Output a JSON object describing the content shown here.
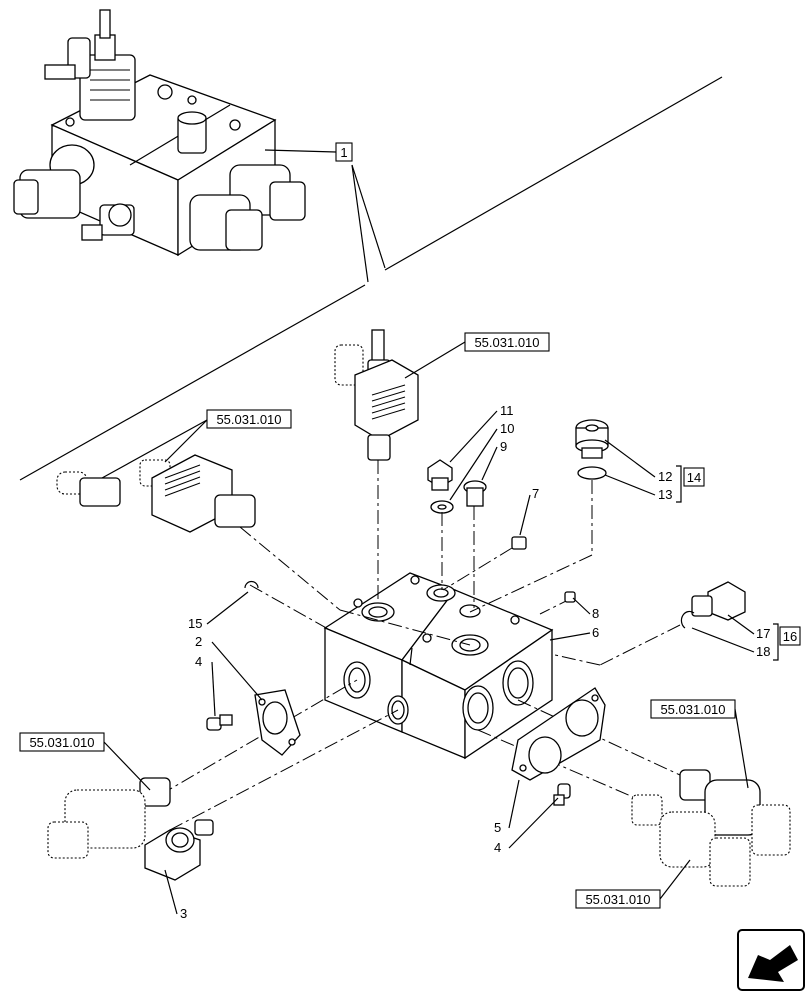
{
  "labels": {
    "ref_main": "1",
    "ref_11": "11",
    "ref_10": "10",
    "ref_9": "9",
    "ref_7": "7",
    "ref_12": "12",
    "ref_13": "13",
    "ref_14": "14",
    "ref_15": "15",
    "ref_2": "2",
    "ref_4a": "4",
    "ref_8": "8",
    "ref_6": "6",
    "ref_17": "17",
    "ref_18": "18",
    "ref_16": "16",
    "ref_5": "5",
    "ref_4b": "4",
    "ref_3": "3"
  },
  "refs": {
    "top_solenoid": "55.031.010",
    "left_solenoid": "55.031.010",
    "bottom_left_solenoid": "55.031.010",
    "right_solenoid_upper": "55.031.010",
    "right_solenoid_lower": "55.031.010"
  },
  "icons": {
    "nav": "next-page-arrow-icon"
  }
}
